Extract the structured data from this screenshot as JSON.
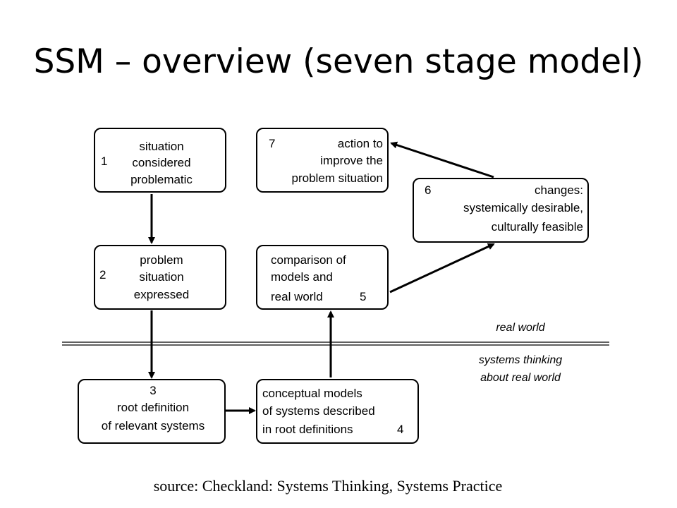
{
  "title": "SSM – overview (seven stage model)",
  "stages": {
    "s1": {
      "num": "1",
      "lines": [
        "situation",
        "considered",
        "problematic"
      ]
    },
    "s2": {
      "num": "2",
      "lines": [
        "problem",
        "situation",
        "expressed"
      ]
    },
    "s3": {
      "num": "3",
      "lines": [
        "root definition",
        "of relevant systems"
      ]
    },
    "s4": {
      "num": "4",
      "lines": [
        "conceptual models",
        "of systems described",
        "in root definitions"
      ]
    },
    "s5": {
      "num": "5",
      "lines": [
        "comparison of",
        "models and",
        "real world"
      ]
    },
    "s6": {
      "num": "6",
      "head": "changes:",
      "lines": [
        "systemically desirable,",
        "culturally feasible"
      ]
    },
    "s7": {
      "num": "7",
      "head": "action to",
      "lines": [
        "improve the",
        "problem situation"
      ]
    }
  },
  "labels": {
    "real_world": "real world",
    "systems_thinking": [
      "systems thinking",
      "about real world"
    ]
  },
  "source": "source: Checkland: Systems Thinking, Systems Practice"
}
